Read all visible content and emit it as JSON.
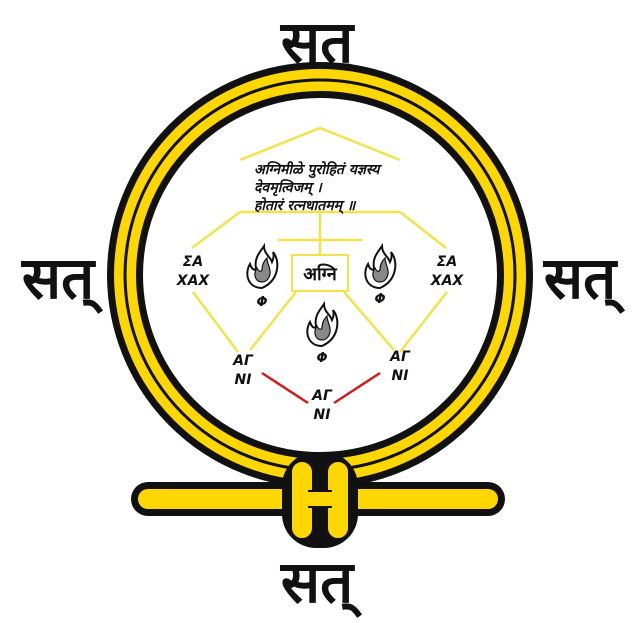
{
  "corners": {
    "top": "सत्",
    "left": "सत्",
    "right": "सत्",
    "bottom": "सत्"
  },
  "verse": {
    "line1": "अग्निमीळे पुरोहितं यज्ञस्य",
    "line2": "देवमृत्विजम् ।",
    "line3": "होतारं रत्नधातमम् ॥"
  },
  "center_label": "अग्नि",
  "sakhax_left": {
    "top": "ΣA",
    "bottom": "XAX"
  },
  "sakhax_right": {
    "top": "ΣA",
    "bottom": "XAX"
  },
  "agni_left": {
    "top": "AΓ",
    "bottom": "NI"
  },
  "agni_right": {
    "top": "AΓ",
    "bottom": "NI"
  },
  "agni_bottom": {
    "top": "AΓ",
    "bottom": "NI"
  },
  "phi_left": "Φ",
  "phi_right": "Φ",
  "phi_center": "Φ",
  "colors": {
    "yellow": "#ffd700",
    "line_yellow": "#f2e34a",
    "red": "#d41a1a",
    "black": "#111111"
  }
}
